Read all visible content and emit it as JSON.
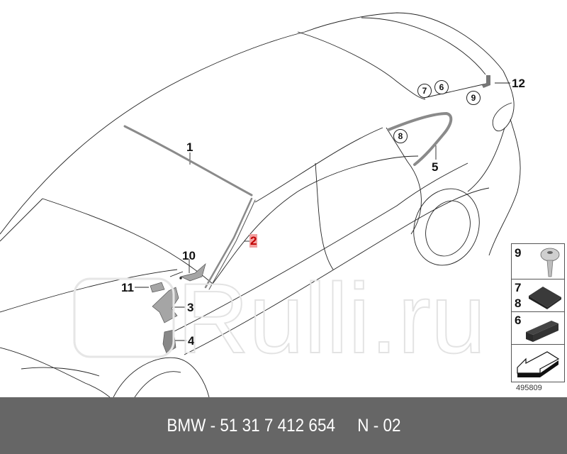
{
  "diagram": {
    "callouts": [
      {
        "id": "1",
        "label": "1"
      },
      {
        "id": "2",
        "label": "2",
        "highlighted": true
      },
      {
        "id": "3",
        "label": "3"
      },
      {
        "id": "4",
        "label": "4"
      },
      {
        "id": "5",
        "label": "5"
      },
      {
        "id": "10",
        "label": "10"
      },
      {
        "id": "11",
        "label": "11"
      },
      {
        "id": "12",
        "label": "12"
      }
    ],
    "circled_refs": [
      {
        "label": "7"
      },
      {
        "label": "6"
      },
      {
        "label": "9"
      },
      {
        "label": "8"
      }
    ],
    "highlight_color": "#f2a0a0",
    "line_color": "#222222",
    "part_fill_color": "#8a8a8a"
  },
  "legend": {
    "cells": [
      {
        "labels": [
          "9"
        ],
        "part": "screw-icon"
      },
      {
        "labels": [
          "7",
          "8"
        ],
        "part": "pad-block-icon"
      },
      {
        "labels": [
          "6"
        ],
        "part": "bar-block-icon"
      },
      {
        "labels": [],
        "part": "arrow-symbol-icon"
      }
    ],
    "image_code": "495809"
  },
  "watermark": {
    "text": "Rulli.ru"
  },
  "footer": {
    "text": "BMW - 51 31 7 412 654     N - 02",
    "background": "#666666",
    "color": "#ffffff"
  }
}
